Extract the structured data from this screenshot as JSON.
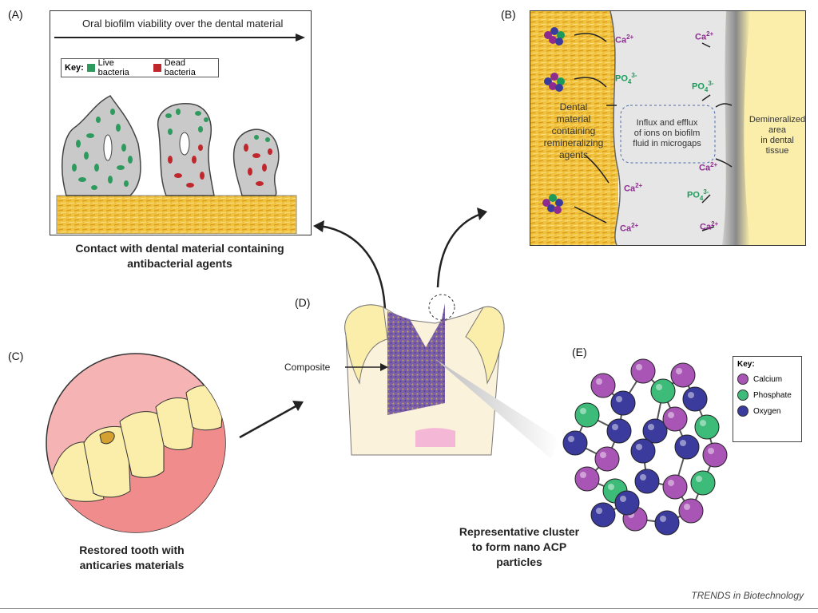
{
  "panels": {
    "a": {
      "letter": "(A)",
      "arrow_label": "Oral biofilm viability over the dental material",
      "key_title": "Key:",
      "key_live": "Live bacteria",
      "key_dead": "Dead bacteria",
      "caption_line1": "Contact with dental material containing",
      "caption_line2": "antibacterial agents",
      "colors": {
        "live": "#2e9a5e",
        "dead": "#c0272d"
      }
    },
    "b": {
      "letter": "(B)",
      "material_label": [
        "Dental",
        "material",
        "containing",
        "remineralizing",
        "agents"
      ],
      "flux_label": [
        "Influx and efflux",
        "of ions on biofilm",
        "fluid in microgaps"
      ],
      "demin_label": [
        "Demineralized",
        "area",
        "in dental",
        "tissue"
      ],
      "ion_ca": "Ca",
      "ion_ca_sup": "2+",
      "ion_po": "PO",
      "ion_po_sub": "4",
      "ion_po_sup": "3-",
      "colors": {
        "calcium": "#8e2b8f",
        "phosphate": "#1c9a5a"
      }
    },
    "c": {
      "letter": "(C)",
      "caption_line1": "Restored tooth with",
      "caption_line2": "anticaries materials"
    },
    "d": {
      "letter": "(D)",
      "composite_label": "Composite"
    },
    "e": {
      "letter": "(E)",
      "key_title": "Key:",
      "key_calcium": "Calcium",
      "key_phosphate": "Phosphate",
      "key_oxygen": "Oxygen",
      "caption_line1": "Representative cluster",
      "caption_line2": "to form nano ACP",
      "caption_line3": "particles",
      "colors": {
        "calcium": "#a855b5",
        "phosphate": "#3dbb78",
        "oxygen": "#3b3b9e"
      }
    }
  },
  "footer": "TRENDS in Biotechnology"
}
